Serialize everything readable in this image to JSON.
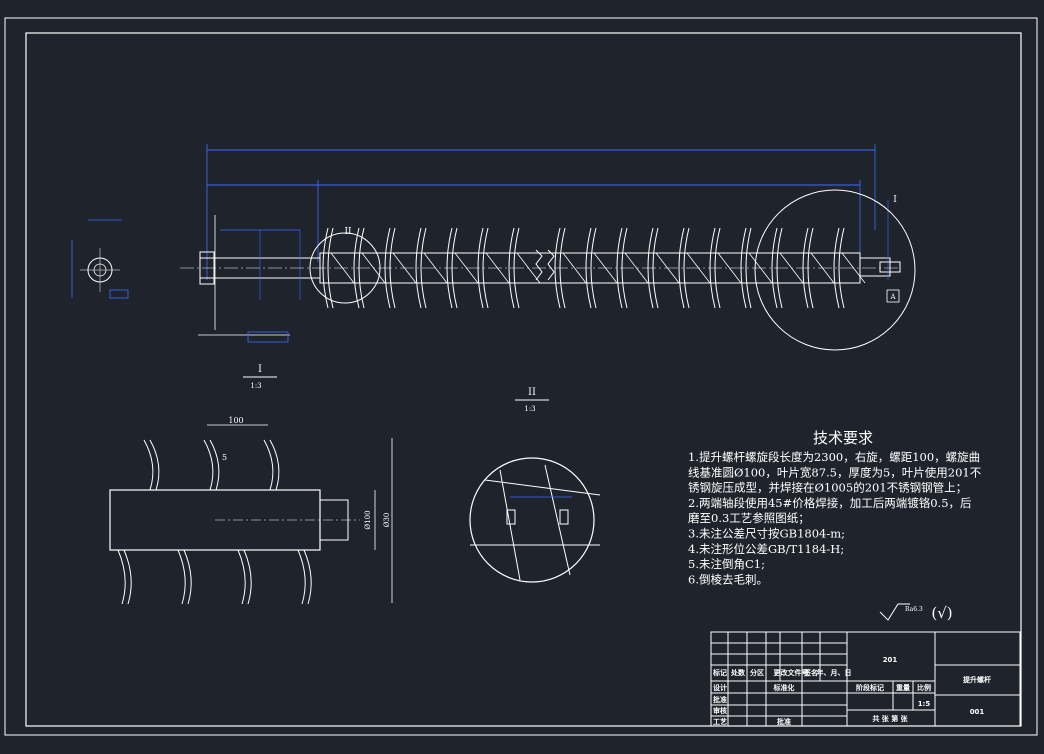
{
  "labels": {
    "section_I": "I",
    "section_II": "II",
    "scale": "1:3",
    "dim_100": "100",
    "dim_5": "5",
    "dim_phi100": "Ø100",
    "dim_phi30": "Ø30",
    "datum_A": "A",
    "roughness_value": "Ra6.3",
    "roughness_paren": "(√)"
  },
  "tech_requirements": {
    "title": "技术要求",
    "lines": [
      "1.提升螺杆螺旋段长度为2300，右旋，螺距100，螺旋曲",
      "线基准圆Ø100，叶片宽87.5，厚度为5，叶片使用201不",
      "锈钢旋压成型，并焊接在Ø1005的201不锈钢钢管上；",
      "2.两端轴段使用45#价格焊接，加工后两端镀铬0.5，后",
      "磨至0.3工艺参照图纸；",
      "3.未注公差尺寸按GB1804-m;",
      "4.未注形位公差GB/T1184-H;",
      "5.未注倒角C1;",
      "6.倒棱去毛刺。"
    ]
  },
  "title_block": {
    "revision_headers": [
      "标记",
      "处数",
      "分区",
      "更改文件号",
      "签名",
      "年、月、日"
    ],
    "row_design": "设计",
    "row_standard": "标准化",
    "row_check": "审核",
    "row_approve": "批准",
    "row_process": "工艺",
    "row_date": "批准",
    "stage_labels": [
      "阶段标记",
      "重量",
      "比例"
    ],
    "material": "201",
    "part_name": "提升螺杆",
    "scale_value": "1:5",
    "sheet_info": "共  张    第  张",
    "code": "001"
  }
}
